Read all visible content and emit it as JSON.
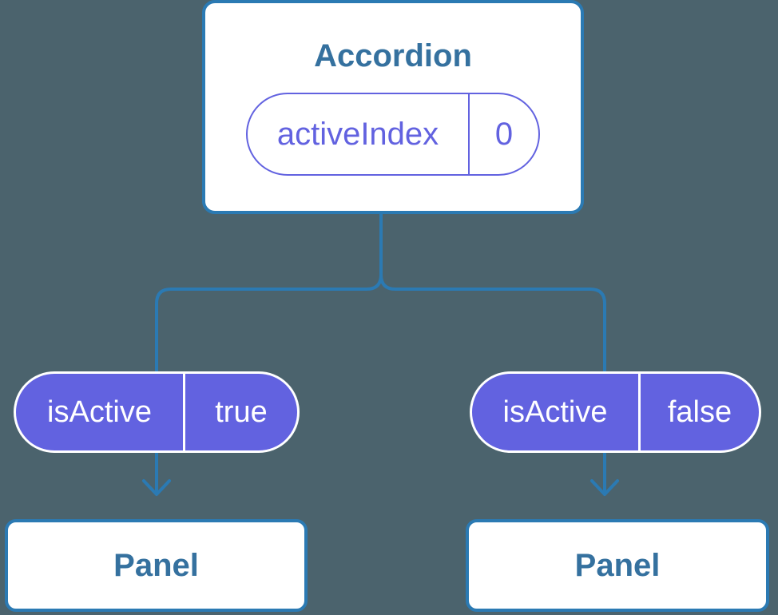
{
  "colors": {
    "background": "#4B636D",
    "line_blue": "#2B7AB3",
    "text_blue": "#35719F",
    "purple": "#6262E0",
    "pill_text_white": "#FFFFFF",
    "node_bg": "#FFFFFF"
  },
  "diagram": {
    "type": "component-tree",
    "root": {
      "title": "Accordion",
      "state": {
        "name": "activeIndex",
        "value": "0"
      }
    },
    "children": [
      {
        "prop": {
          "name": "isActive",
          "value": "true"
        },
        "node": "Panel"
      },
      {
        "prop": {
          "name": "isActive",
          "value": "false"
        },
        "node": "Panel"
      }
    ]
  }
}
